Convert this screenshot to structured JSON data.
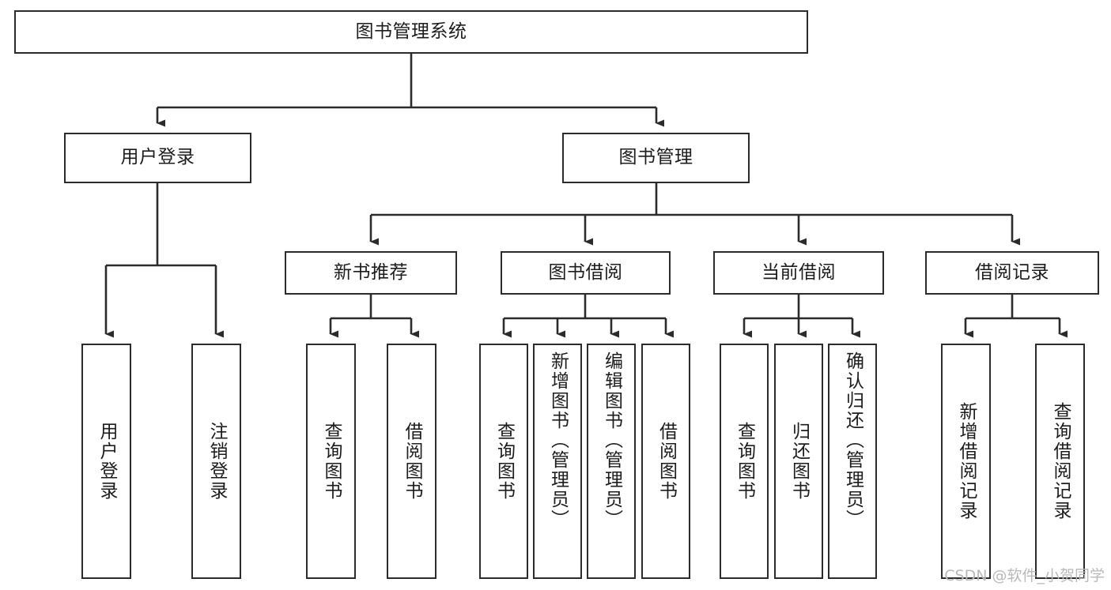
{
  "diagram": {
    "type": "tree-hierarchy",
    "title": "图书管理系统",
    "watermark": "CSDN @软件_小贺同学",
    "colors": {
      "box_border": "#2b2b2b",
      "box_fill": "#ffffff",
      "connector": "#2b2b2b",
      "text": "#1c1c1c",
      "watermark": "#b9b9b9",
      "background": "#ffffff"
    },
    "root": {
      "label": "图书管理系统"
    },
    "level2": [
      {
        "id": "user-login",
        "label": "用户登录"
      },
      {
        "id": "book-management",
        "label": "图书管理"
      }
    ],
    "level3": [
      {
        "id": "new-book-recommend",
        "label": "新书推荐",
        "parent": "book-management"
      },
      {
        "id": "book-borrow",
        "label": "图书借阅",
        "parent": "book-management"
      },
      {
        "id": "current-borrow",
        "label": "当前借阅",
        "parent": "book-management"
      },
      {
        "id": "borrow-records",
        "label": "借阅记录",
        "parent": "book-management"
      }
    ],
    "leaves": {
      "user_login": [
        {
          "id": "leaf-user-login",
          "label": "用户登录"
        },
        {
          "id": "leaf-logout",
          "label": "注销登录"
        }
      ],
      "new_book_recommend": [
        {
          "id": "leaf-query-book-1",
          "label": "查询图书"
        },
        {
          "id": "leaf-borrow-book-1",
          "label": "借阅图书"
        }
      ],
      "book_borrow": [
        {
          "id": "leaf-query-book-2",
          "label": "查询图书"
        },
        {
          "id": "leaf-add-book",
          "label": "新增图书（管理员）"
        },
        {
          "id": "leaf-edit-book",
          "label": "编辑图书（管理员）"
        },
        {
          "id": "leaf-borrow-book-2",
          "label": "借阅图书"
        }
      ],
      "current_borrow": [
        {
          "id": "leaf-query-book-3",
          "label": "查询图书"
        },
        {
          "id": "leaf-return-book",
          "label": "归还图书"
        },
        {
          "id": "leaf-confirm-return",
          "label": "确认归还（管理员）"
        }
      ],
      "borrow_records": [
        {
          "id": "leaf-add-record",
          "label": "新增借阅记录"
        },
        {
          "id": "leaf-query-record",
          "label": "查询借阅记录"
        }
      ]
    }
  }
}
